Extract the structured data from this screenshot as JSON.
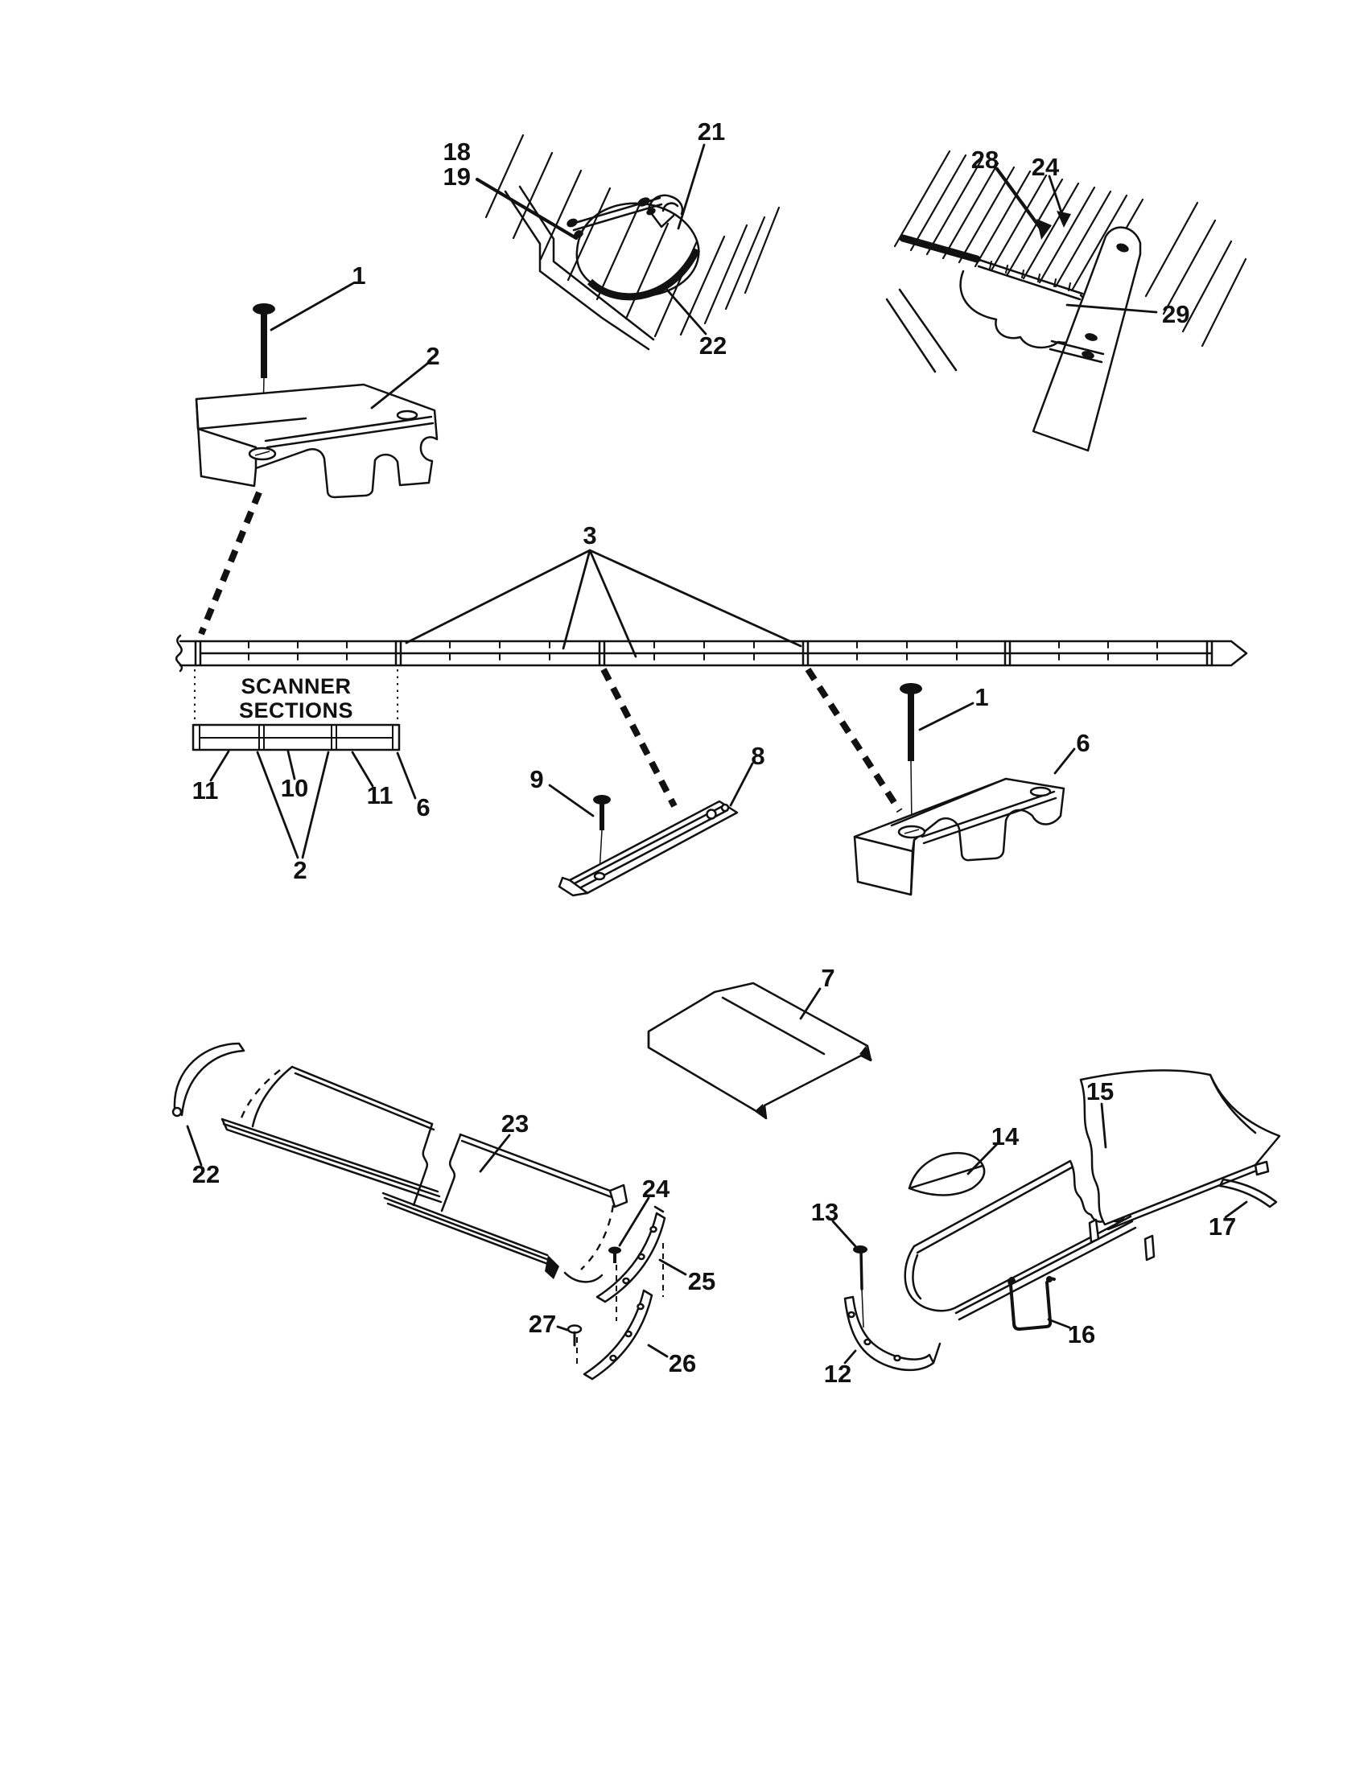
{
  "palette": {
    "background": "#ffffff",
    "line": "#111111"
  },
  "labels": {
    "scanner_line1": "SCANNER",
    "scanner_line2": "SECTIONS"
  },
  "callouts": {
    "c1_topleft": "1",
    "c2_topleft": "2",
    "c18": "18",
    "c19": "19",
    "c21": "21",
    "c22_top": "22",
    "c28": "28",
    "c24_topright": "24",
    "c29": "29",
    "c3": "3",
    "c11_left": "11",
    "c10": "10",
    "c11_right": "11",
    "c6_left": "6",
    "c2_bottom": "2",
    "c9": "9",
    "c8": "8",
    "c1_right": "1",
    "c6_right": "6",
    "c7": "7",
    "c22_bottom": "22",
    "c23": "23",
    "c24_bottom": "24",
    "c25": "25",
    "c27": "27",
    "c26": "26",
    "c13": "13",
    "c14": "14",
    "c15": "15",
    "c16": "16",
    "c17": "17",
    "c12": "12"
  },
  "part_numbers_visible": [
    "1",
    "2",
    "3",
    "6",
    "7",
    "8",
    "9",
    "10",
    "11",
    "12",
    "13",
    "14",
    "15",
    "16",
    "17",
    "18",
    "19",
    "21",
    "22",
    "23",
    "24",
    "25",
    "26",
    "27",
    "28",
    "29"
  ]
}
